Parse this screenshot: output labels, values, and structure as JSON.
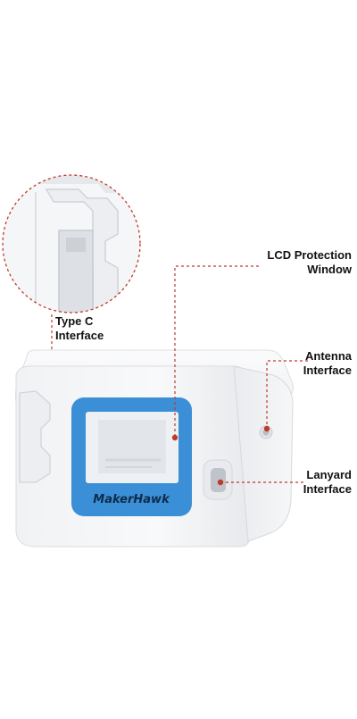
{
  "labels": {
    "type_c": "Type C\nInterface",
    "lcd": "LCD Protection\nWindow",
    "antenna": "Antenna\nInterface",
    "lanyard": "Lanyard\nInterface"
  },
  "brand": "MakerHawk",
  "colors": {
    "accent_blue": "#3b8fd6",
    "callout_red": "#c0392b",
    "case_white": "#f4f5f6"
  },
  "icons": [
    "zoom-callout-circle",
    "device-case",
    "lanyard-hole",
    "antenna-hole"
  ]
}
